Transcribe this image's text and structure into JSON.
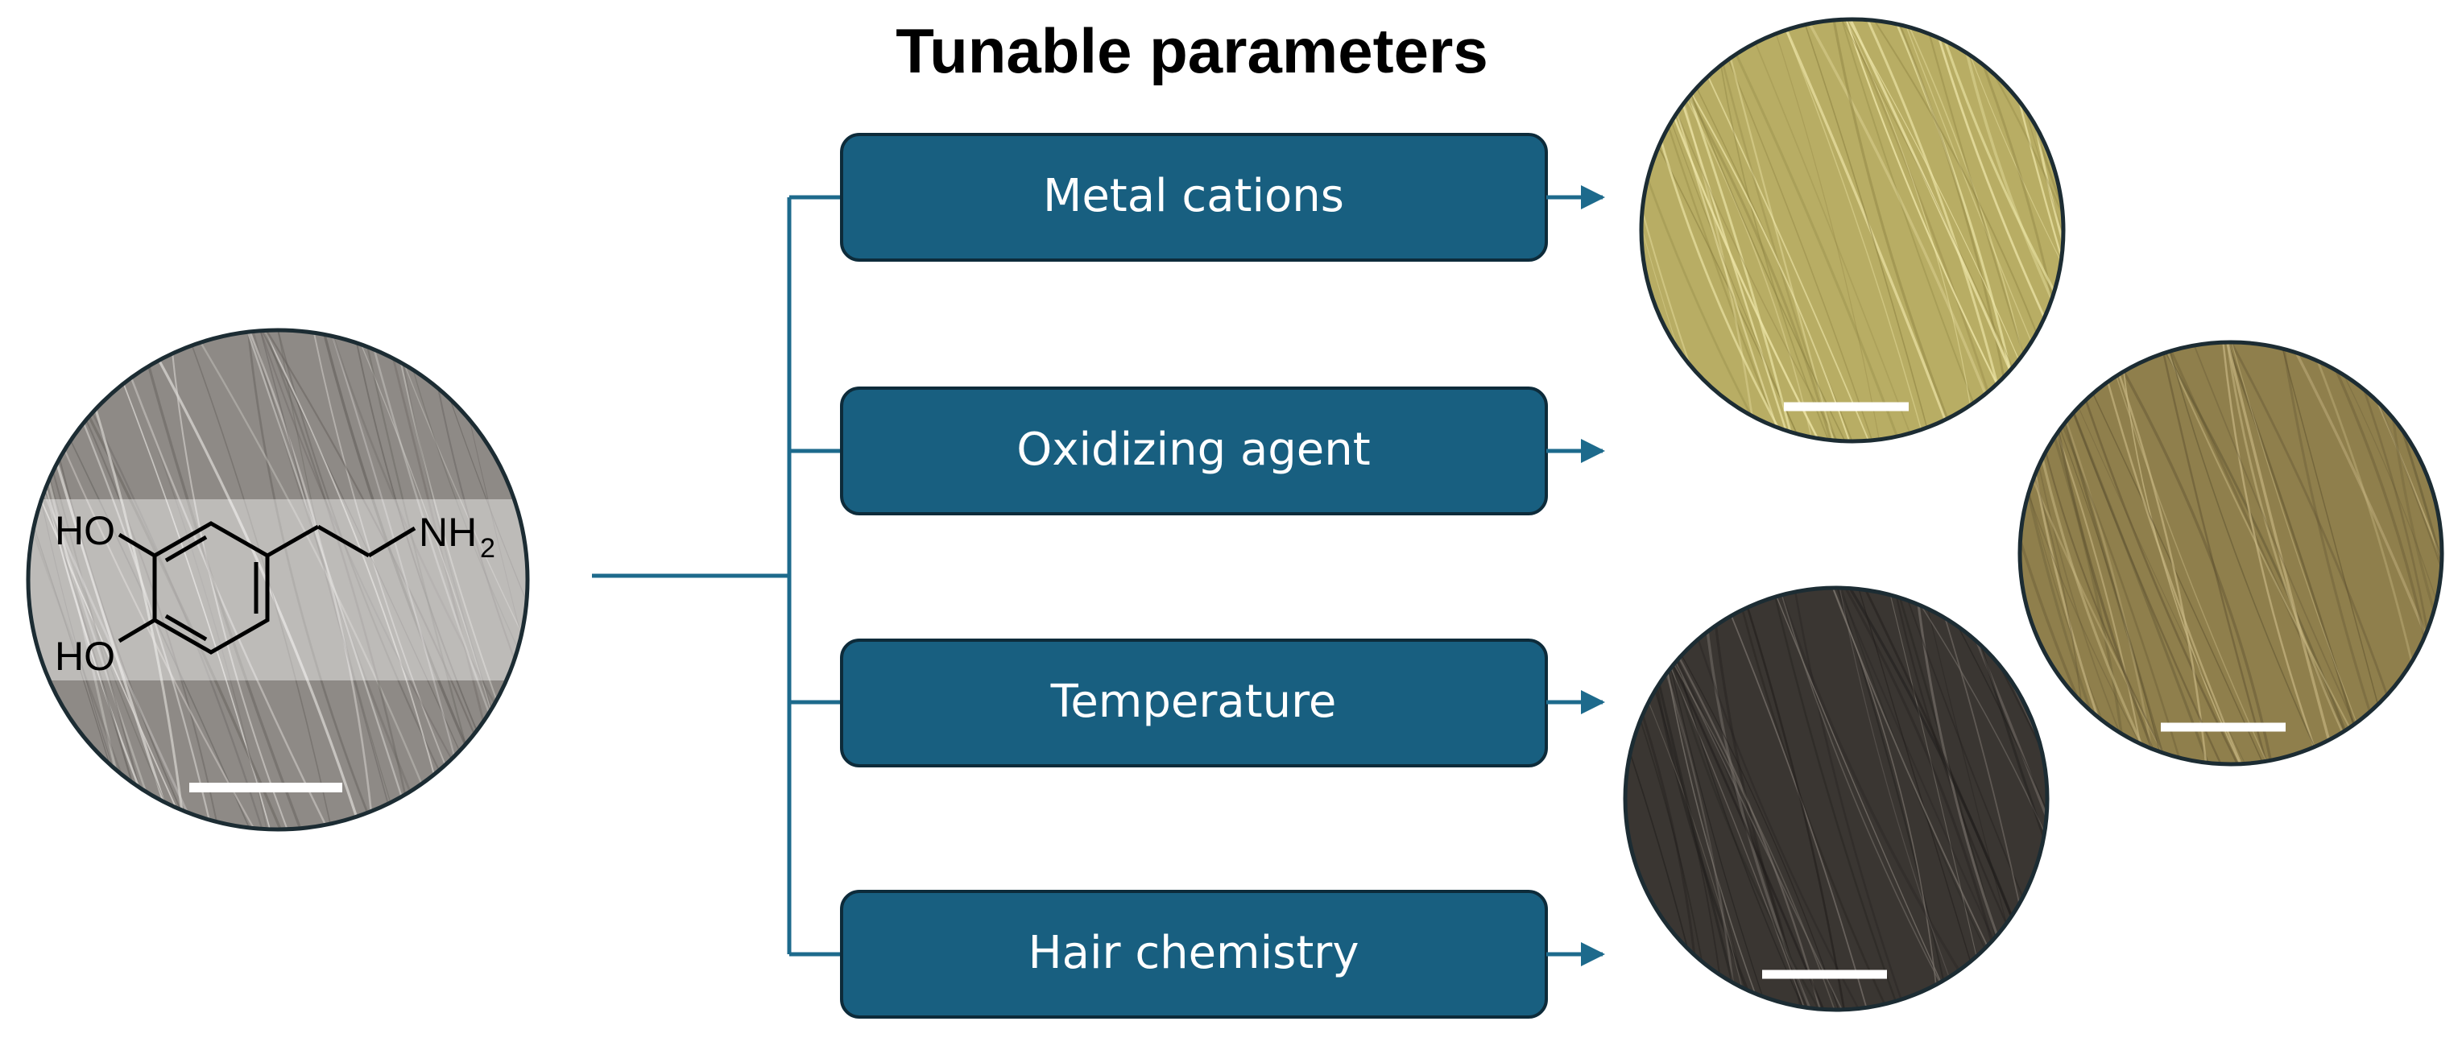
{
  "title": "Tunable parameters",
  "parameters": [
    {
      "label": "Metal cations"
    },
    {
      "label": "Oxidizing agent"
    },
    {
      "label": "Temperature"
    },
    {
      "label": "Hair chemistry"
    }
  ],
  "molecule": {
    "labels": [
      "HO",
      "HO",
      "NH",
      "2"
    ]
  },
  "colors": {
    "box_fill": "#185F80",
    "box_border": "#0D2B3A",
    "connector": "#1D6A8C",
    "hair_start": "#8e8a86",
    "hair_metal": "#b8ad64",
    "hair_oxidizing": "#8f7f4c",
    "hair_temperature": "#3a3632",
    "scale_bar": "#ffffff"
  },
  "images": [
    {
      "name": "hair-start",
      "icon": "gray-hair-micrograph"
    },
    {
      "name": "hair-metal-cations",
      "icon": "yellow-hair-micrograph"
    },
    {
      "name": "hair-oxidizing",
      "icon": "olive-hair-micrograph"
    },
    {
      "name": "hair-temperature",
      "icon": "dark-hair-micrograph"
    }
  ]
}
